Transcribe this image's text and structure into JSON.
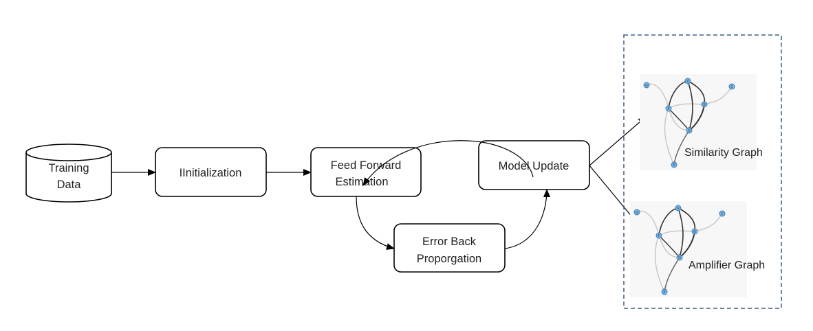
{
  "nodes": {
    "training_data": {
      "line1": "Training",
      "line2": "Data"
    },
    "initialization": {
      "label": "IInitialization"
    },
    "feed_forward": {
      "line1": "Feed Forward",
      "line2": "Estimation"
    },
    "model_update": {
      "label": "Model Update"
    },
    "error_back": {
      "line1": "Error Back",
      "line2": "Proporgation"
    }
  },
  "outputs": {
    "similarity_graph": {
      "label": "Similarity Graph"
    },
    "amplifier_graph": {
      "label": "Amplifier Graph"
    }
  },
  "graph_node_letters": [
    "A",
    "B",
    "C",
    "D",
    "E",
    "F",
    "G"
  ],
  "colors": {
    "stroke": "#000000",
    "dashed_border": "#3b5f86",
    "graph_node_fill": "#7ab3e0",
    "graph_node_stroke": "#3f7fb5",
    "graph_edge_dark": "#333333",
    "graph_edge_light": "#c8c8c8"
  }
}
